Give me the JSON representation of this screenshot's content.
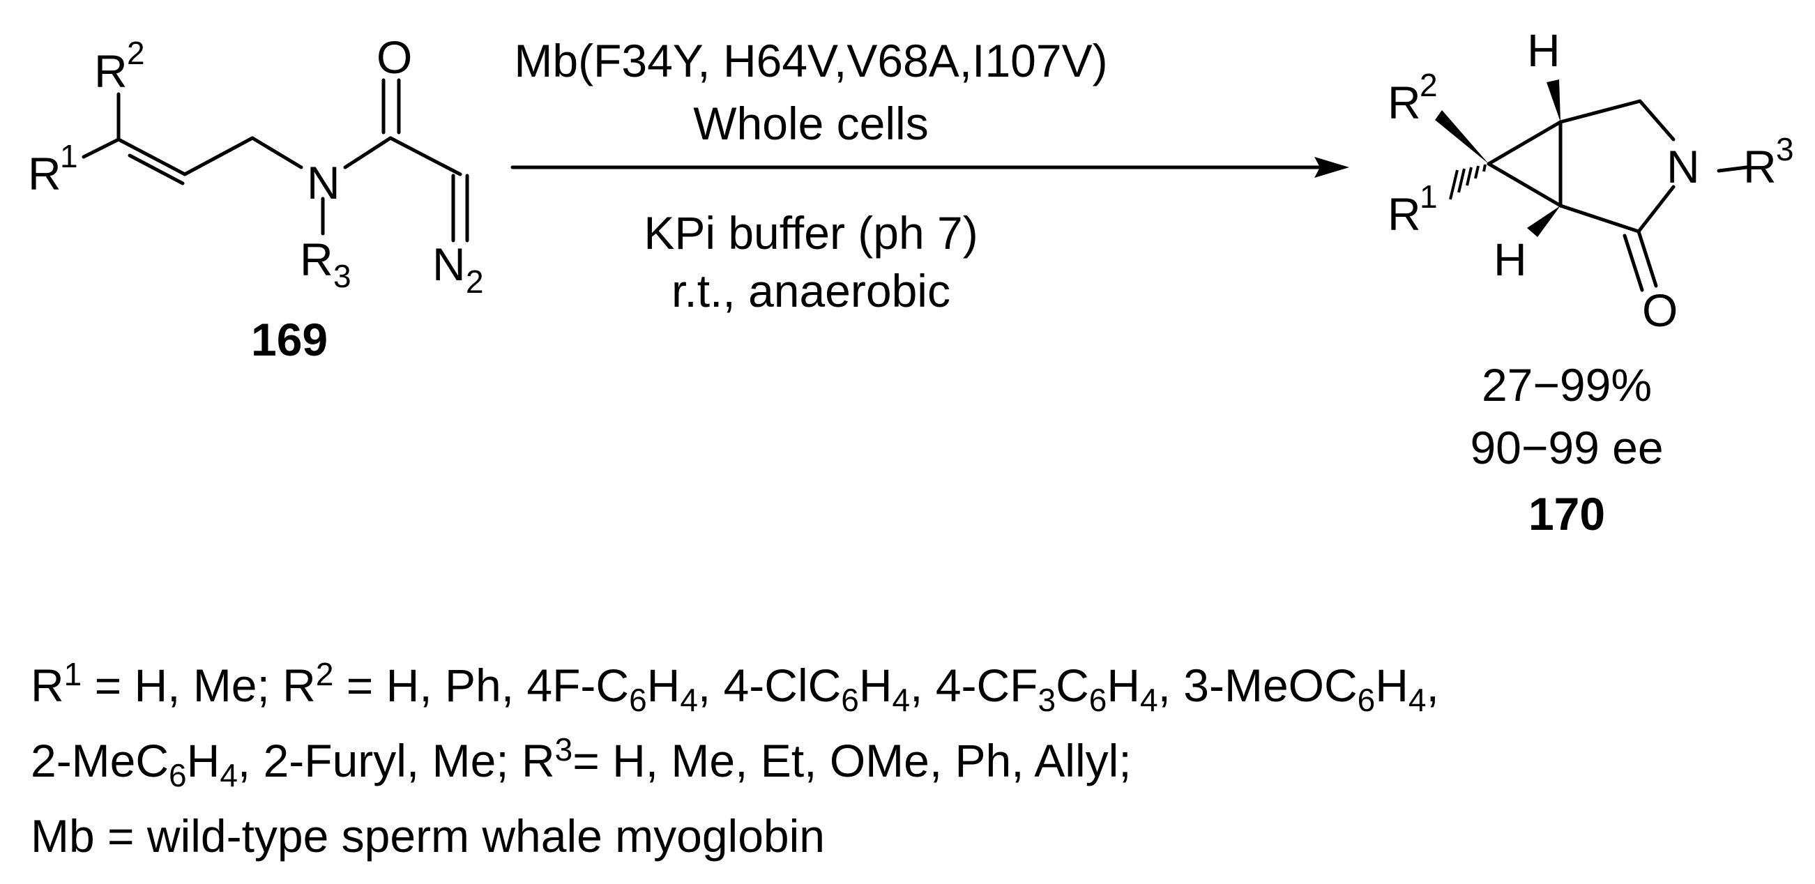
{
  "reactant": {
    "label": "169",
    "atoms": {
      "r1": "R",
      "r1_sup": "1",
      "r2": "R",
      "r2_sup": "2",
      "n": "N",
      "o": "O",
      "r3": "R",
      "r3_sub": "3",
      "n2": "N",
      "n2_sub": "2"
    }
  },
  "conditions": {
    "above_line1": "Mb(F34Y,  H64V,V68A,I107V)",
    "above_line2": "Whole cells",
    "below_line1": "KPi buffer (ph 7)",
    "below_line2": "r.t., anaerobic"
  },
  "product": {
    "label": "170",
    "yield": "27−99%",
    "ee": "90−99 ee",
    "atoms": {
      "h_top": "H",
      "h_bottom": "H",
      "r2": "R",
      "r2_sup": "2",
      "r1": "R",
      "r1_sup": "1",
      "n": "N",
      "dash": "−",
      "r3": "R",
      "r3_sup": "3",
      "o": "O"
    }
  },
  "footnote": {
    "line1": {
      "a": "R",
      "b": "1",
      "c": " = H, Me; R",
      "d": "2",
      "e": " = H, Ph, 4F-C",
      "f": "6",
      "g": "H",
      "h": "4",
      "i": ", 4-ClC",
      "j": "6",
      "k": "H",
      "l": "4",
      "m": ", 4-CF",
      "n": "3",
      "o": "C",
      "p": "6",
      "q": "H",
      "r": "4",
      "s": ", 3-MeOC",
      "t": "6",
      "u": "H",
      "v": "4",
      "w": ","
    },
    "line2": {
      "a": "2-MeC",
      "b": "6",
      "c": "H",
      "d": "4",
      "e": ", 2-Furyl, Me; R",
      "f": "3",
      "g": "= H, Me, Et, OMe, Ph, Allyl;"
    },
    "line3": "Mb = wild-type sperm whale myoglobin"
  }
}
